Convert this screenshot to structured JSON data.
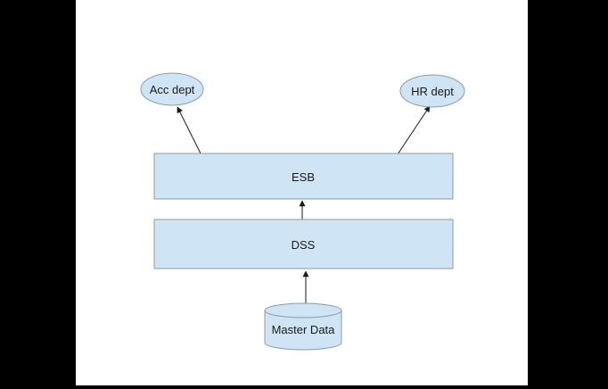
{
  "diagram": {
    "nodes": {
      "acc_dept": {
        "label": "Acc dept"
      },
      "hr_dept": {
        "label": "HR dept"
      },
      "esb": {
        "label": "ESB"
      },
      "dss": {
        "label": "DSS"
      },
      "master_data": {
        "label": "Master Data"
      }
    },
    "edges": [
      {
        "from": "master_data",
        "to": "dss"
      },
      {
        "from": "dss",
        "to": "esb"
      },
      {
        "from": "esb",
        "to": "acc_dept"
      },
      {
        "from": "esb",
        "to": "hr_dept"
      }
    ],
    "colors": {
      "node_fill": "#cfe5f5",
      "node_stroke": "#8c9aa6",
      "arrow": "#1a1a1a",
      "background": "#ffffff",
      "frame": "#000000"
    }
  }
}
